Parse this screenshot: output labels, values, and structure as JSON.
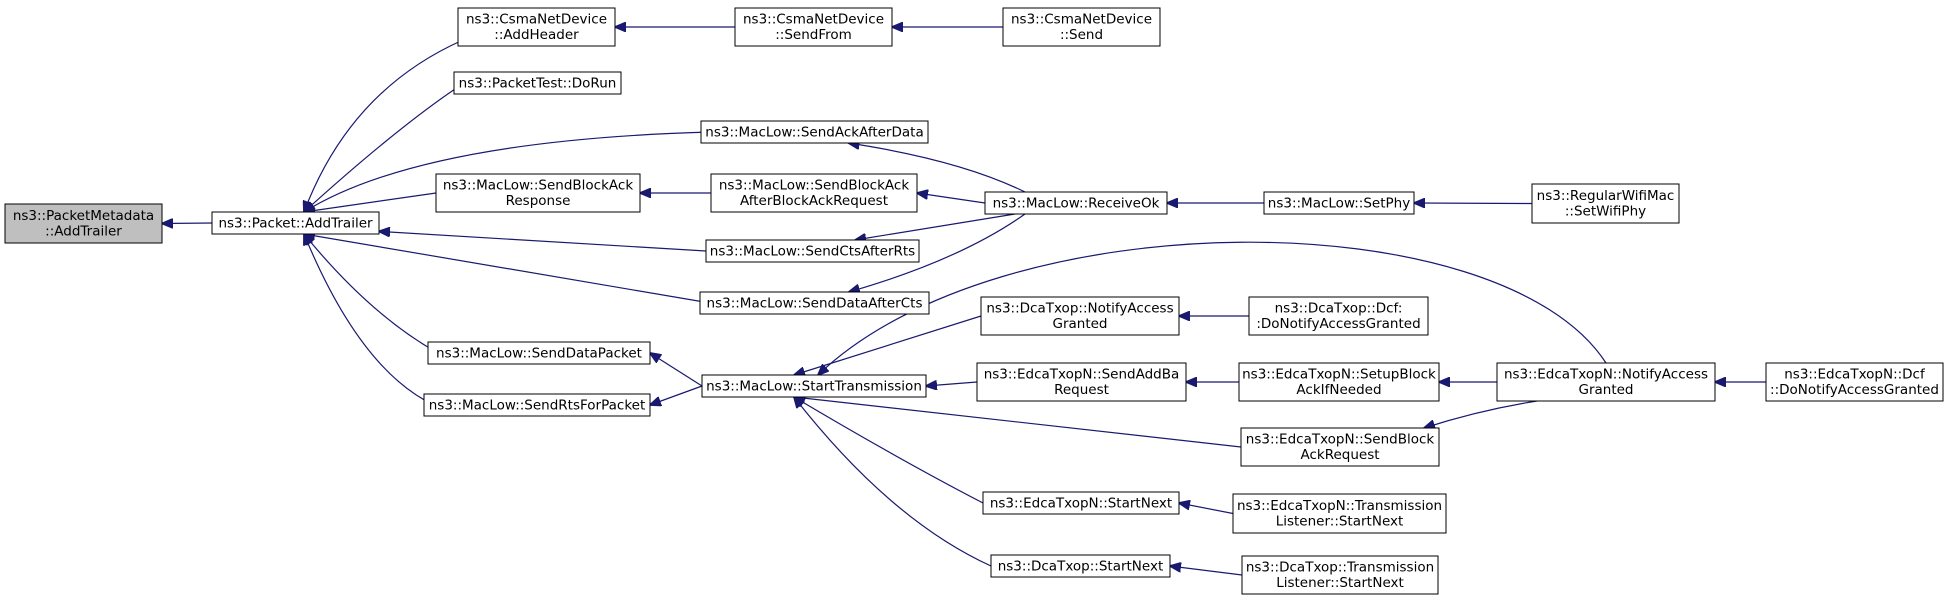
{
  "graph": {
    "edge_color": "#191970",
    "root_fill": "#bfbfbf",
    "nodes": [
      {
        "id": "root",
        "lines": [
          "ns3::PacketMetadata",
          "::AddTrailer"
        ],
        "root": true
      },
      {
        "id": "addtrailer",
        "lines": [
          "ns3::Packet::AddTrailer"
        ]
      },
      {
        "id": "csma_addheader",
        "lines": [
          "ns3::CsmaNetDevice",
          "::AddHeader"
        ]
      },
      {
        "id": "csma_sendfrom",
        "lines": [
          "ns3::CsmaNetDevice",
          "::SendFrom"
        ]
      },
      {
        "id": "csma_send",
        "lines": [
          "ns3::CsmaNetDevice",
          "::Send"
        ]
      },
      {
        "id": "packettest",
        "lines": [
          "ns3::PacketTest::DoRun"
        ]
      },
      {
        "id": "sendackafterdata",
        "lines": [
          "ns3::MacLow::SendAckAfterData"
        ]
      },
      {
        "id": "sendblockackresponse",
        "lines": [
          "ns3::MacLow::SendBlockAck",
          "Response"
        ]
      },
      {
        "id": "sendblockackafter",
        "lines": [
          "ns3::MacLow::SendBlockAck",
          "AfterBlockAckRequest"
        ]
      },
      {
        "id": "receiveok",
        "lines": [
          "ns3::MacLow::ReceiveOk"
        ]
      },
      {
        "id": "setphy",
        "lines": [
          "ns3::MacLow::SetPhy"
        ]
      },
      {
        "id": "regularwifi",
        "lines": [
          "ns3::RegularWifiMac",
          "::SetWifiPhy"
        ]
      },
      {
        "id": "sendctsafterrts",
        "lines": [
          "ns3::MacLow::SendCtsAfterRts"
        ]
      },
      {
        "id": "senddataaftercts",
        "lines": [
          "ns3::MacLow::SendDataAfterCts"
        ]
      },
      {
        "id": "senddatapacket",
        "lines": [
          "ns3::MacLow::SendDataPacket"
        ]
      },
      {
        "id": "sendrtsforpacket",
        "lines": [
          "ns3::MacLow::SendRtsForPacket"
        ]
      },
      {
        "id": "starttransmission",
        "lines": [
          "ns3::MacLow::StartTransmission"
        ]
      },
      {
        "id": "dca_notifyaccess",
        "lines": [
          "ns3::DcaTxop::NotifyAccess",
          "Granted"
        ]
      },
      {
        "id": "dca_dcf",
        "lines": [
          "ns3::DcaTxop::Dcf:",
          ":DoNotifyAccessGranted"
        ]
      },
      {
        "id": "edca_sendaddba",
        "lines": [
          "ns3::EdcaTxopN::SendAddBa",
          "Request"
        ]
      },
      {
        "id": "edca_setupblock",
        "lines": [
          "ns3::EdcaTxopN::SetupBlock",
          "AckIfNeeded"
        ]
      },
      {
        "id": "edca_notifyaccess",
        "lines": [
          "ns3::EdcaTxopN::NotifyAccess",
          "Granted"
        ]
      },
      {
        "id": "edca_dcf",
        "lines": [
          "ns3::EdcaTxopN::Dcf",
          "::DoNotifyAccessGranted"
        ]
      },
      {
        "id": "edca_sendblockackreq",
        "lines": [
          "ns3::EdcaTxopN::SendBlock",
          "AckRequest"
        ]
      },
      {
        "id": "edca_startnext",
        "lines": [
          "ns3::EdcaTxopN::StartNext"
        ]
      },
      {
        "id": "edca_translistener",
        "lines": [
          "ns3::EdcaTxopN::Transmission",
          "Listener::StartNext"
        ]
      },
      {
        "id": "dca_startnext",
        "lines": [
          "ns3::DcaTxop::StartNext"
        ]
      },
      {
        "id": "dca_translistener",
        "lines": [
          "ns3::DcaTxop::Transmission",
          "Listener::StartNext"
        ]
      }
    ],
    "edges": [
      {
        "from": "addtrailer",
        "to": "root"
      },
      {
        "from": "csma_addheader",
        "to": "addtrailer"
      },
      {
        "from": "packettest",
        "to": "addtrailer"
      },
      {
        "from": "sendackafterdata",
        "to": "addtrailer"
      },
      {
        "from": "sendblockackresponse",
        "to": "addtrailer"
      },
      {
        "from": "sendctsafterrts",
        "to": "addtrailer"
      },
      {
        "from": "senddataaftercts",
        "to": "addtrailer"
      },
      {
        "from": "senddatapacket",
        "to": "addtrailer"
      },
      {
        "from": "sendrtsforpacket",
        "to": "addtrailer"
      },
      {
        "from": "csma_sendfrom",
        "to": "csma_addheader"
      },
      {
        "from": "csma_send",
        "to": "csma_sendfrom"
      },
      {
        "from": "sendblockackafter",
        "to": "sendblockackresponse"
      },
      {
        "from": "receiveok",
        "to": "sendackafterdata"
      },
      {
        "from": "receiveok",
        "to": "sendblockackafter"
      },
      {
        "from": "receiveok",
        "to": "sendctsafterrts"
      },
      {
        "from": "receiveok",
        "to": "senddataaftercts"
      },
      {
        "from": "setphy",
        "to": "receiveok"
      },
      {
        "from": "regularwifi",
        "to": "setphy"
      },
      {
        "from": "starttransmission",
        "to": "senddatapacket"
      },
      {
        "from": "starttransmission",
        "to": "sendrtsforpacket"
      },
      {
        "from": "dca_notifyaccess",
        "to": "starttransmission"
      },
      {
        "from": "edca_sendaddba",
        "to": "starttransmission"
      },
      {
        "from": "edca_sendblockackreq",
        "to": "starttransmission"
      },
      {
        "from": "edca_startnext",
        "to": "starttransmission"
      },
      {
        "from": "dca_startnext",
        "to": "starttransmission"
      },
      {
        "from": "edca_notifyaccess",
        "to": "starttransmission"
      },
      {
        "from": "dca_dcf",
        "to": "dca_notifyaccess"
      },
      {
        "from": "edca_setupblock",
        "to": "edca_sendaddba"
      },
      {
        "from": "edca_notifyaccess",
        "to": "edca_setupblock"
      },
      {
        "from": "edca_notifyaccess",
        "to": "edca_sendblockackreq"
      },
      {
        "from": "edca_dcf",
        "to": "edca_notifyaccess"
      },
      {
        "from": "edca_translistener",
        "to": "edca_startnext"
      },
      {
        "from": "dca_translistener",
        "to": "dca_startnext"
      }
    ]
  }
}
